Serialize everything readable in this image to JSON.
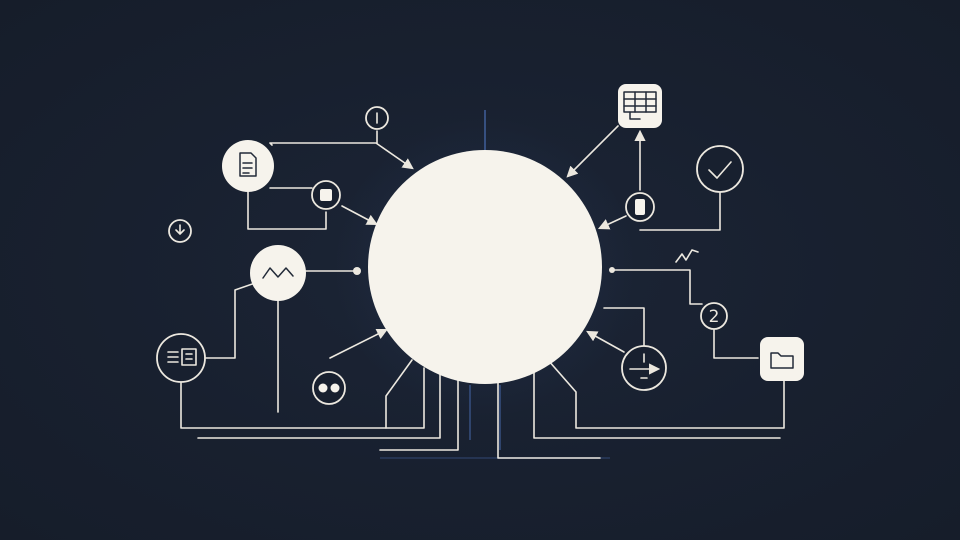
{
  "diagram": {
    "hub": {
      "icon": "blank-circle"
    },
    "nodes": [
      {
        "id": "document",
        "icon": "document-icon"
      },
      {
        "id": "info",
        "icon": "info-icon"
      },
      {
        "id": "stop",
        "icon": "stop-icon"
      },
      {
        "id": "download",
        "icon": "download-icon"
      },
      {
        "id": "signal",
        "icon": "waveform-icon"
      },
      {
        "id": "panel",
        "icon": "layout-panel-icon"
      },
      {
        "id": "dual-dots",
        "icon": "dual-dots-icon"
      },
      {
        "id": "table",
        "icon": "table-icon"
      },
      {
        "id": "check",
        "icon": "check-icon"
      },
      {
        "id": "phone",
        "icon": "phone-icon"
      },
      {
        "id": "trend",
        "icon": "trend-icon"
      },
      {
        "id": "number",
        "icon": "number-icon",
        "label": "2"
      },
      {
        "id": "transfer",
        "icon": "transfer-icon"
      },
      {
        "id": "folder",
        "icon": "folder-icon"
      }
    ],
    "colors": {
      "background": "#18202f",
      "line": "#ece8df",
      "node_fill": "#f6f3ec",
      "glow": "#3a5a9a"
    }
  }
}
